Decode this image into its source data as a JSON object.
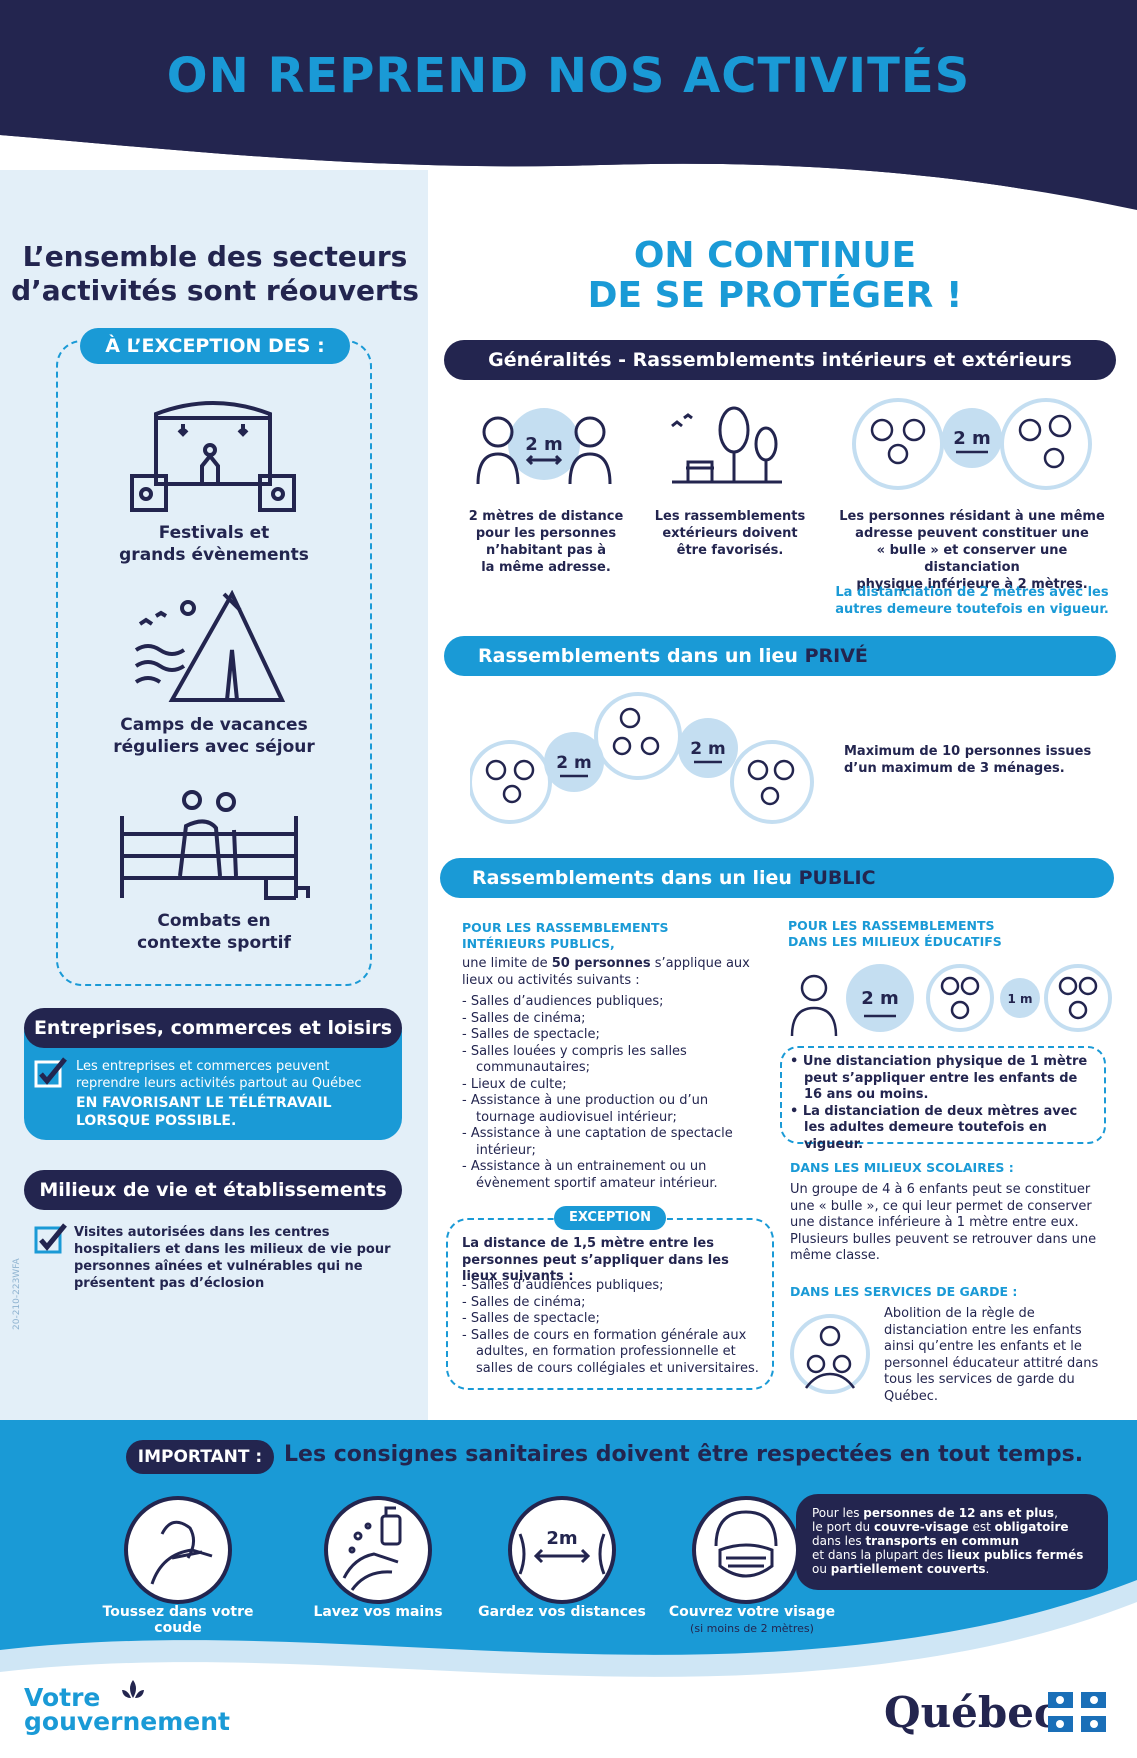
{
  "title": "ON REPREND NOS ACTIVITÉS",
  "left": {
    "heading_line1": "L’ensemble des secteurs",
    "heading_line2": "d’activités sont réouverts",
    "exception_label": "À L’EXCEPTION DES :",
    "sectors": [
      {
        "line1": "Festivals et",
        "line2": "grands évènements",
        "icon": "stage-icon"
      },
      {
        "line1": "Camps de vacances",
        "line2": "réguliers avec séjour",
        "icon": "tent-icon"
      },
      {
        "line1": "Combats en",
        "line2": "contexte sportif",
        "icon": "boxing-ring-icon"
      }
    ],
    "business": {
      "title": "Entreprises, commerces et loisirs",
      "text": "Les entreprises et commerces peuvent reprendre leurs activités partout au Québec",
      "caps": "EN FAVORISANT LE TÉLÉTRAVAIL LORSQUE POSSIBLE."
    },
    "milieux": {
      "title": "Milieux de vie et établissements",
      "text": "Visites autorisées dans les centres hospitaliers et dans les milieux de vie pour personnes aînées et vulnérables qui ne présentent pas d’éclosion"
    },
    "code": "20-210-223WFA"
  },
  "right": {
    "heading_line1": "ON CONTINUE",
    "heading_line2": "DE SE PROTÉGER !",
    "general": {
      "title": "Généralités - Rassemblements intérieurs et extérieurs autorisés",
      "distance_label": "2 m",
      "col1": [
        "2 mètres de distance",
        "pour les personnes",
        "n’habitant pas à",
        "la même adresse."
      ],
      "col2": [
        "Les rassemblements",
        "extérieurs doivent",
        "être favorisés."
      ],
      "col3": [
        "Les personnes résidant à une même",
        "adresse peuvent constituer une",
        "« bulle » et conserver une distanciation",
        "physique inférieure à 2 mètres."
      ],
      "col3_note": [
        "La distanciation de 2 mètres avec les",
        "autres demeure toutefois en vigueur."
      ]
    },
    "prive": {
      "title_prefix": "Rassemblements dans un lieu ",
      "title_hl": "PRIVÉ",
      "distance_label": "2 m",
      "text": [
        "Maximum de 10 personnes issues",
        "d’un maximum de 3 ménages."
      ]
    },
    "public": {
      "title_prefix": "Rassemblements dans un lieu ",
      "title_hl": "PUBLIC",
      "int_head": [
        "POUR LES RASSEMBLEMENTS",
        "INTÉRIEURS PUBLICS,"
      ],
      "int_intro_pre": "une limite de ",
      "int_intro_bold": "50 personnes",
      "int_intro_post": " s’applique aux lieux ou activités suivants :",
      "int_list": [
        "Salles d’audiences publiques;",
        "Salles de cinéma;",
        "Salles de spectacle;",
        "Salles louées y compris les salles communautaires;",
        "Lieux de culte;",
        "Assistance à une production ou d’un tournage audiovisuel intérieur;",
        "Assistance à une captation de spectacle intérieur;",
        "Assistance à un entrainement ou un évènement sportif amateur intérieur."
      ],
      "exception_label": "EXCEPTION",
      "exc_text": "La distance de 1,5 mètre entre les personnes peut s’appliquer dans les lieux suivants :",
      "exc_list": [
        "Salles d’audiences publiques;",
        "Salles de cinéma;",
        "Salles de spectacle;",
        "Salles de cours en formation générale aux adultes, en formation professionnelle et salles de cours collégiales et universitaires."
      ],
      "edu_head": [
        "POUR LES RASSEMBLEMENTS",
        "DANS LES MILIEUX ÉDUCATIFS"
      ],
      "edu_distance_2m": "2 m",
      "edu_distance_1m": "1 m",
      "edu_bullets": [
        "Une distanciation physique de 1 mètre peut s’appliquer entre les enfants de 16 ans ou moins.",
        "La distanciation de deux mètres avec les adultes demeure toutefois en vigueur."
      ],
      "school_head": "DANS LES MILIEUX SCOLAIRES :",
      "school_text": "Un groupe de 4 à 6 enfants peut se constituer une « bulle », ce qui leur permet de conserver une distance inférieure à 1 mètre entre eux. Plusieurs bulles peuvent se retrouver dans une même classe.",
      "garde_head": "DANS LES SERVICES DE GARDE :",
      "garde_text": "Abolition de la règle de distanciation entre les enfants ainsi qu’entre les enfants et le personnel éducateur attitré dans tous les services de garde du Québec."
    }
  },
  "bottom": {
    "important_label": "IMPORTANT :",
    "important_text": "Les consignes sanitaires doivent être respectées en tout temps.",
    "signs": [
      {
        "label": "Toussez dans votre coude",
        "icon": "cough-elbow-icon"
      },
      {
        "label": "Lavez vos mains",
        "icon": "wash-hands-icon"
      },
      {
        "label": "Gardez vos distances",
        "icon": "keep-distance-icon"
      },
      {
        "label": "Couvrez votre visage",
        "icon": "face-mask-icon"
      }
    ],
    "distance_label": "2m",
    "mask_sub": "(si moins de 2 mètres)",
    "mask_box": {
      "l1_pre": "Pour les ",
      "l1_b": "personnes de 12 ans et plus",
      "l1_post": ",",
      "l2_pre": "le port du ",
      "l2_b1": "couvre-visage",
      "l2_mid": " est ",
      "l2_b2": "obligatoire",
      "l3_pre": "dans les ",
      "l3_b": "transports en commun",
      "l4_pre": "et dans la plupart des ",
      "l4_b": "lieux publics fermés",
      "l5_pre": "ou ",
      "l5_b": "partiellement couverts",
      "l5_post": "."
    },
    "logo_left_1": "Votre",
    "logo_left_2": "gouvernement",
    "logo_right": "Québec"
  },
  "colors": {
    "navy": "#23254f",
    "blue": "#1a9ad6",
    "light": "#e3eff8"
  }
}
